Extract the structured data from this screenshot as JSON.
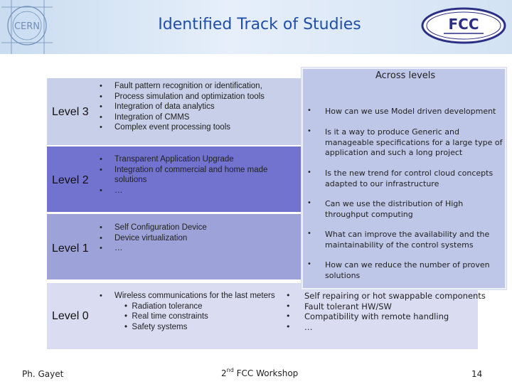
{
  "header": {
    "title": "Identified Track of Studies",
    "left_logo": {
      "text": "CERN",
      "icon": "cern-logo"
    },
    "right_logo": {
      "text": "FCC",
      "icon": "fcc-logo"
    }
  },
  "colors": {
    "header_bg": "#d3e2f3",
    "title": "#1f4fa8",
    "level3_bg": "#c8cfe8",
    "level2_bg": "#7173cf",
    "level1_bg": "#9da3d8",
    "level0_bg": "#dadcf2",
    "across_panel_bg": "#bfc7e8"
  },
  "levels": [
    {
      "label": "Level 3",
      "items": [
        "Fault pattern recognition or identification,",
        "Process simulation and optimization tools",
        "Integration of  data analytics",
        "Integration of CMMS",
        "Complex event processing tools"
      ]
    },
    {
      "label": "Level 2",
      "items": [
        "Transparent Application Upgrade",
        "Integration of commercial and home made",
        "solutions",
        "…"
      ]
    },
    {
      "label": "Level 1",
      "items": [
        "Self Configuration Device",
        "Device virtualization",
        "…"
      ]
    },
    {
      "label": "Level 0",
      "items": [
        "Wireless communications for the last meters",
        "Radiation tolerance",
        "Real time constraints",
        "Safety systems"
      ],
      "right_items": [
        "Self repairing or hot swappable  components",
        "Fault tolerant HW/SW",
        "Compatibility with remote handling",
        "…"
      ]
    }
  ],
  "across_levels": {
    "title": "Across levels",
    "questions": [
      "How can we use Model driven development",
      "Is it a way to produce Generic and manageable specifications for a large type of application and such a long project",
      "Is  the new trend for control cloud concepts adapted to our infrastructure",
      "Can we use the distribution of High throughput computing",
      "What can improve the availability and the maintainability of the  control systems",
      "How can we reduce the number of proven solutions"
    ]
  },
  "footer": {
    "author": "Ph. Gayet",
    "event_prefix": "2",
    "event_sup": "nd",
    "event_suffix": " FCC Workshop",
    "page": "14"
  }
}
